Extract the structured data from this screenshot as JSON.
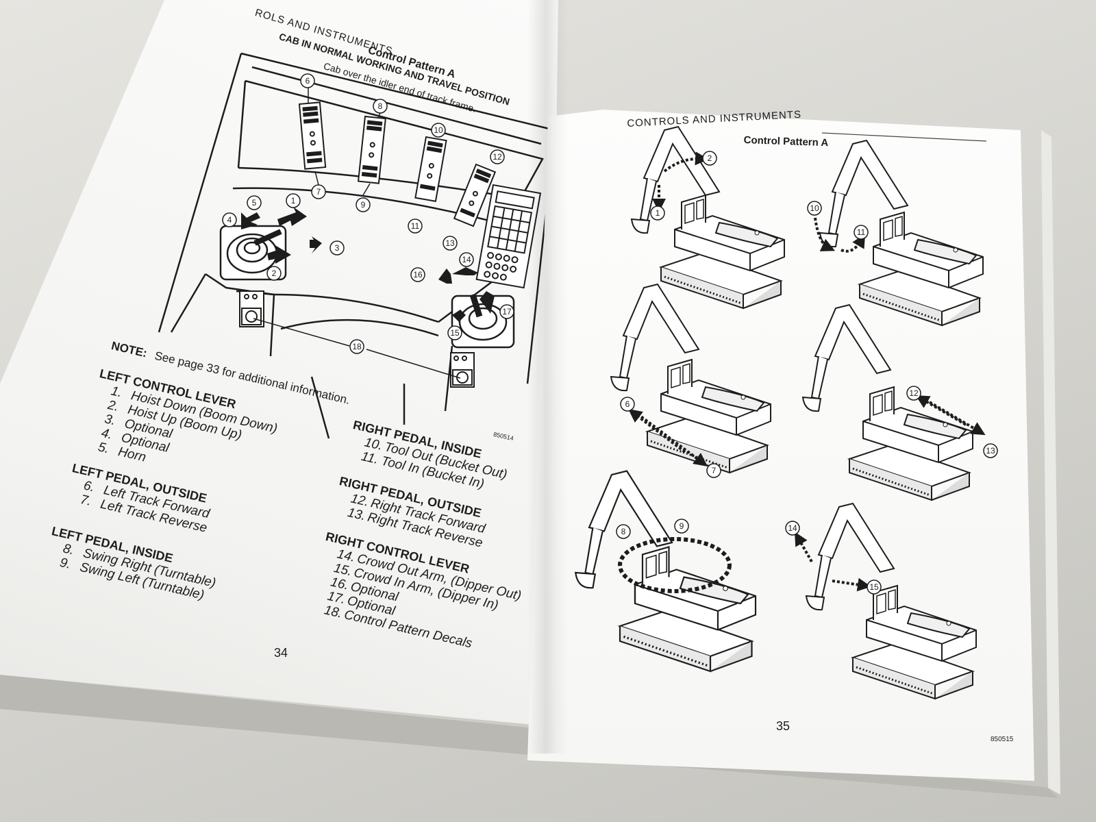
{
  "left_page": {
    "header": "ROLS AND INSTRUMENTS",
    "title": "Control Pattern A",
    "subtitle": "CAB IN NORMAL WORKING AND TRAVEL POSITION",
    "subtitle2": "Cab over the idler end of track frame.",
    "figure_code": "850514",
    "note_label": "NOTE:",
    "note_text": "See page 33 for additional information.",
    "callouts": [
      "1",
      "2",
      "3",
      "4",
      "5",
      "6",
      "7",
      "8",
      "9",
      "10",
      "11",
      "12",
      "13",
      "14",
      "15",
      "16",
      "17",
      "18"
    ],
    "groups": [
      {
        "heading": "LEFT CONTROL LEVER",
        "items": [
          {
            "num": "1.",
            "text": "Hoist Down (Boom Down)"
          },
          {
            "num": "2.",
            "text": "Hoist Up (Boom Up)"
          },
          {
            "num": "3.",
            "text": "Optional"
          },
          {
            "num": "4.",
            "text": "Optional"
          },
          {
            "num": "5.",
            "text": "Horn"
          }
        ]
      },
      {
        "heading": "LEFT PEDAL, OUTSIDE",
        "items": [
          {
            "num": "6.",
            "text": "Left Track Forward"
          },
          {
            "num": "7.",
            "text": "Left Track Reverse"
          }
        ]
      },
      {
        "heading": "LEFT PEDAL, INSIDE",
        "items": [
          {
            "num": "8.",
            "text": "Swing Right (Turntable)"
          },
          {
            "num": "9.",
            "text": "Swing Left (Turntable)"
          }
        ]
      },
      {
        "heading": "RIGHT PEDAL, INSIDE",
        "items": [
          {
            "num": "10.",
            "text": "Tool Out (Bucket Out)"
          },
          {
            "num": "11.",
            "text": "Tool In (Bucket In)"
          }
        ]
      },
      {
        "heading": "RIGHT PEDAL, OUTSIDE",
        "items": [
          {
            "num": "12.",
            "text": "Right Track Forward"
          },
          {
            "num": "13.",
            "text": "Right Track Reverse"
          }
        ]
      },
      {
        "heading": "RIGHT CONTROL LEVER",
        "items": [
          {
            "num": "14.",
            "text": "Crowd Out Arm, (Dipper Out)"
          },
          {
            "num": "15.",
            "text": "Crowd In Arm, (Dipper In)"
          },
          {
            "num": "16.",
            "text": "Optional"
          },
          {
            "num": "17.",
            "text": "Optional"
          },
          {
            "num": "18.",
            "text": "Control Pattern Decals"
          }
        ]
      }
    ],
    "page_number": "34"
  },
  "right_page": {
    "header": "CONTROLS AND INSTRUMENTS",
    "title": "Control Pattern A",
    "figure_code": "850515",
    "page_number": "35",
    "panels": [
      {
        "callouts": [
          "2",
          "1"
        ]
      },
      {
        "callouts": [
          "10",
          "11"
        ]
      },
      {
        "callouts": [
          "6",
          "7"
        ]
      },
      {
        "callouts": [
          "12",
          "13"
        ]
      },
      {
        "callouts": [
          "8",
          "9"
        ]
      },
      {
        "callouts": [
          "14",
          "15"
        ]
      }
    ]
  }
}
